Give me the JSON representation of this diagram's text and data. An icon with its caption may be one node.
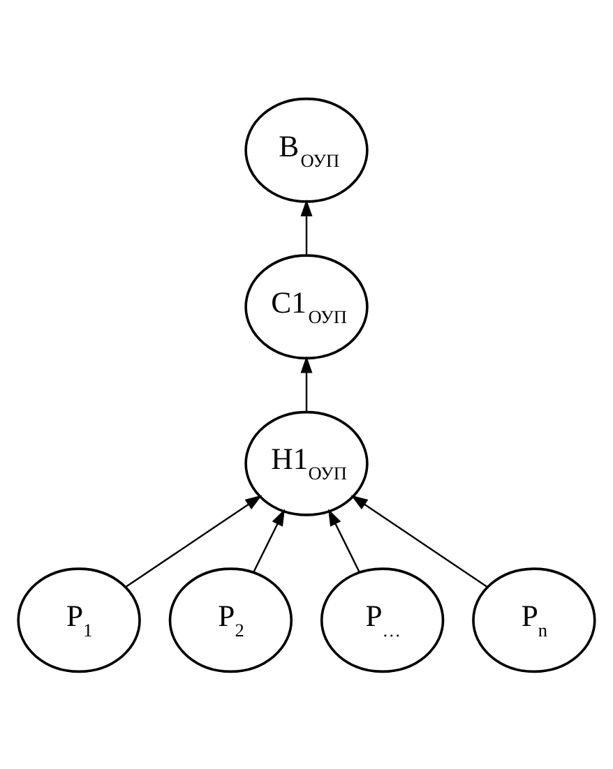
{
  "diagram": {
    "nodes": [
      {
        "text": [
          "В$_{ОУП}$"
        ]
      },
      {
        "text": [
          "С1$_{ОУП}$"
        ]
      },
      {
        "text": [
          "Н1$_{ОУП}$"
        ]
      },
      {
        "text": [
          "Р$_{1}$"
        ]
      },
      {
        "text": [
          "Р$_{2}$"
        ]
      },
      {
        "text": [
          "Р$_{…}$"
        ]
      },
      {
        "text": [
          "Р$_{n}$"
        ]
      }
    ],
    "edges": [
      {
        "from": 1,
        "to": 0,
        "arrow": "to"
      },
      {
        "from": 2,
        "to": 1,
        "arrow": "to"
      },
      {
        "from": 3,
        "to": 2,
        "arrow": "to"
      },
      {
        "from": 4,
        "to": 2,
        "arrow": "to"
      },
      {
        "from": 5,
        "to": 2,
        "arrow": "to"
      },
      {
        "from": 6,
        "to": 2,
        "arrow": "to"
      }
    ]
  }
}
